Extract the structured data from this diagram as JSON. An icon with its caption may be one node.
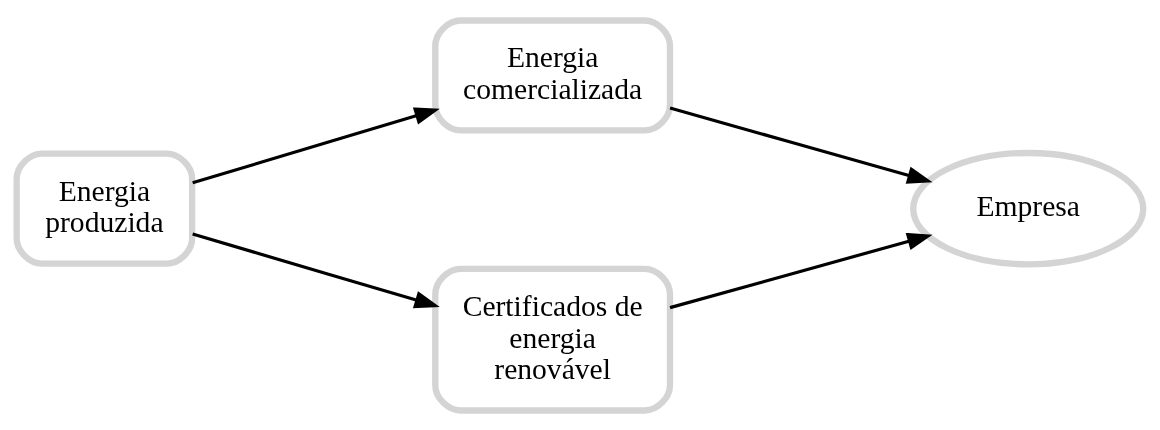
{
  "diagram": {
    "nodes": [
      {
        "text": [
          "Energia produzida"
        ]
      },
      {
        "text": [
          "Energia comercializada"
        ]
      },
      {
        "text": [
          "Certificados de energia renovável"
        ]
      },
      {
        "text": [
          "Empresa"
        ]
      }
    ],
    "edges": [
      {
        "from": 0,
        "to": 1,
        "arrow": "to"
      },
      {
        "from": 0,
        "to": 2,
        "arrow": "to"
      },
      {
        "from": 1,
        "to": 3,
        "arrow": "to"
      },
      {
        "from": 2,
        "to": 3,
        "arrow": "to"
      }
    ]
  }
}
